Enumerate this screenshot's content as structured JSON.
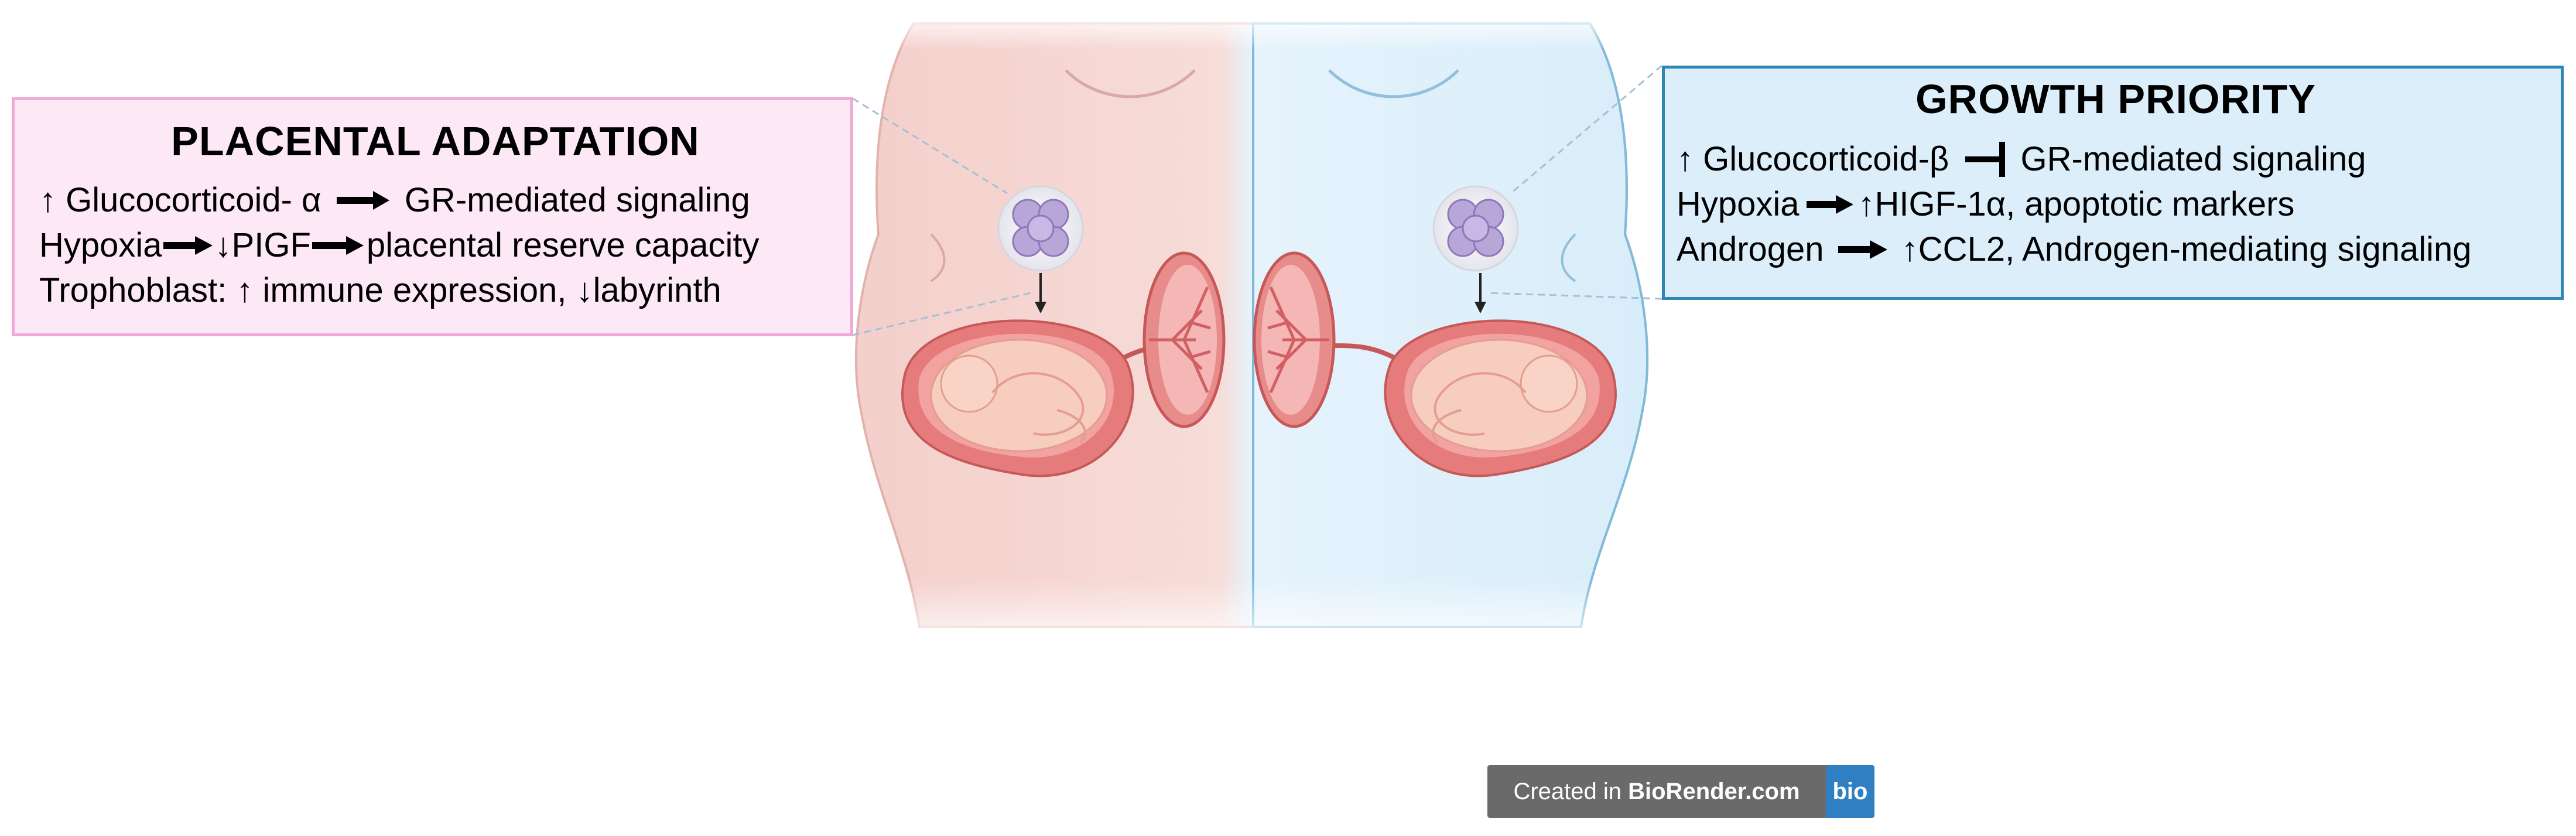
{
  "left_panel": {
    "title": "PLACENTAL ADAPTATION",
    "lines": [
      {
        "a": "↑ Glucocorticoid- α",
        "b": "GR-mediated signaling"
      },
      {
        "a": "Hypoxia",
        "b": "↓PIGF",
        "c": "placental reserve capacity"
      },
      {
        "a": "Trophoblast: ↑ immune expression, ↓labyrinth"
      }
    ]
  },
  "right_panel": {
    "title": "GROWTH PRIORITY",
    "lines": [
      {
        "a": "↑ Glucocorticoid-β",
        "b": "GR-mediated signaling"
      },
      {
        "a": "Hypoxia",
        "b": "↑HIGF-1α, apoptotic markers"
      },
      {
        "a": "Androgen",
        "b": "↑CCL2, Androgen-mediating signaling"
      }
    ]
  },
  "badge": {
    "prefix": "Created in ",
    "brand": "BioRender.com",
    "logo": "bio"
  },
  "colors": {
    "left_fill": "#fde8f5",
    "left_border": "#f0a9d7",
    "right_fill": "#dceefa",
    "right_border": "#2d88b5",
    "body_left": "#f5d3d0",
    "body_right": "#dff0fb",
    "uterus": "#e57b7b",
    "fetus": "#f6c9bd",
    "embryo": "#b9a6d9"
  },
  "icons": [
    "embryo-icon",
    "uterus-fetus-icon",
    "placenta-icon",
    "arrow-right-icon",
    "inhibit-icon",
    "arrow-down-icon"
  ]
}
